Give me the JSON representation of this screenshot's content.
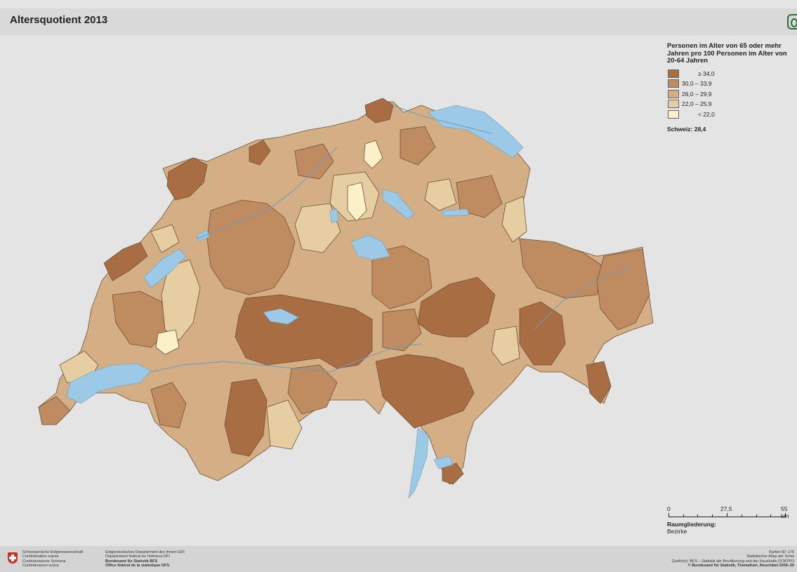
{
  "header": {
    "title": "Altersquotient 2013"
  },
  "icons": {
    "corner": "atlas-logo-icon",
    "flag": "swiss-flag-icon"
  },
  "colors": {
    "class1": "#a86d42",
    "class2": "#be8c60",
    "class3": "#d4ae84",
    "class4": "#e6cda2",
    "class5": "#fbf0c8",
    "water": "#9bc9e6",
    "background": "#e4e4e4"
  },
  "legend": {
    "title": "Personen im Alter von 65 oder mehr Jahren pro 100 Personen im Alter von 20-64 Jahren",
    "classes": [
      {
        "label": "≥  34,0",
        "color": "#a86d42"
      },
      {
        "label": "30,0  –  33,9",
        "color": "#be8c60"
      },
      {
        "label": "26,0  –  29,9",
        "color": "#d4ae84"
      },
      {
        "label": "22,0  –  25,9",
        "color": "#e6cda2"
      },
      {
        "label": "<  22,0",
        "color": "#fbf0c8"
      }
    ],
    "national": "Schweiz: 28,4"
  },
  "scalebar": {
    "labels": [
      "0",
      "27,5",
      "55 km"
    ]
  },
  "units": {
    "title": "Raumgliederung:",
    "value": "Bezirke"
  },
  "footer": {
    "confederation": [
      "Schweizerische Eidgenossenschaft",
      "Confédération suisse",
      "Confederazione Svizzera",
      "Confederaziun svizra"
    ],
    "department": [
      "Eidgenössisches Departement des Innern EDI",
      "Département fédéral de l'intérieur DFI"
    ],
    "office": [
      "Bundesamt für Statistik BFS",
      "Office fédéral de la statistique OFS"
    ],
    "right": [
      "Karten-ID: 170",
      "Statistischer Atlas der Schw",
      "Quelle(n): BFS – Statistik der Bevölkerung und der Haushalte (STATPO",
      "© Bundesamt für Statistik, ThemaKart, Neuchâtel 2009–20"
    ]
  }
}
